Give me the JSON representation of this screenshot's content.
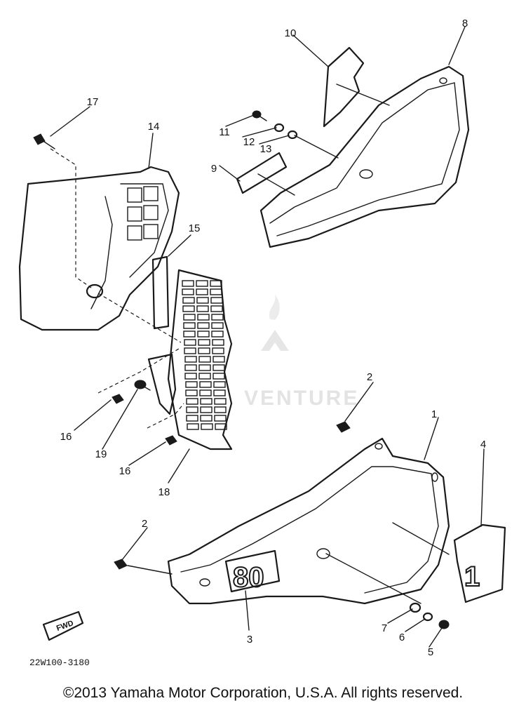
{
  "diagram_code": "22W100-3180",
  "fwd_label": "FWD",
  "side_decal_text": "80",
  "number_decal_text": "1",
  "watermark_text": "VENTURE",
  "copyright": "©2013 Yamaha Motor Corporation, U.S.A. All rights reserved.",
  "callouts": {
    "c1": "1",
    "c2a": "2",
    "c2b": "2",
    "c3": "3",
    "c4": "4",
    "c5": "5",
    "c6": "6",
    "c7": "7",
    "c8": "8",
    "c9": "9",
    "c10": "10",
    "c11": "11",
    "c12": "12",
    "c13": "13",
    "c14": "14",
    "c15": "15",
    "c16a": "16",
    "c16b": "16",
    "c17": "17",
    "c18": "18",
    "c19": "19"
  }
}
